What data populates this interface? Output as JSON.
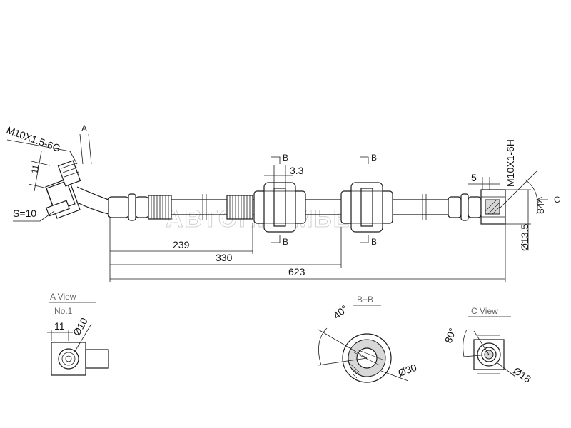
{
  "watermark": "АВТОПРЕМЬЕР",
  "labels": {
    "thread_left": "M10X1.5-6G",
    "view_mark_a": "A",
    "dim_11_left": "11",
    "hex_size": "S=10",
    "section_b": "B",
    "dim_3_3": "3.3",
    "dim_239": "239",
    "dim_330": "330",
    "dim_623": "623",
    "thread_right": "M10X1-6H",
    "dim_5": "5",
    "view_mark_c": "C",
    "angle_84": "84°",
    "dia_13_5": "Ø13.5"
  },
  "views": {
    "a": {
      "title": "A View",
      "subtitle": "No.1",
      "dim_11": "11",
      "dia_10": "Ø10"
    },
    "bb": {
      "title": "B−B",
      "angle": "40°",
      "dia": "Ø30"
    },
    "c": {
      "title": "C View",
      "angle": "80°",
      "dia": "Ø18"
    }
  }
}
